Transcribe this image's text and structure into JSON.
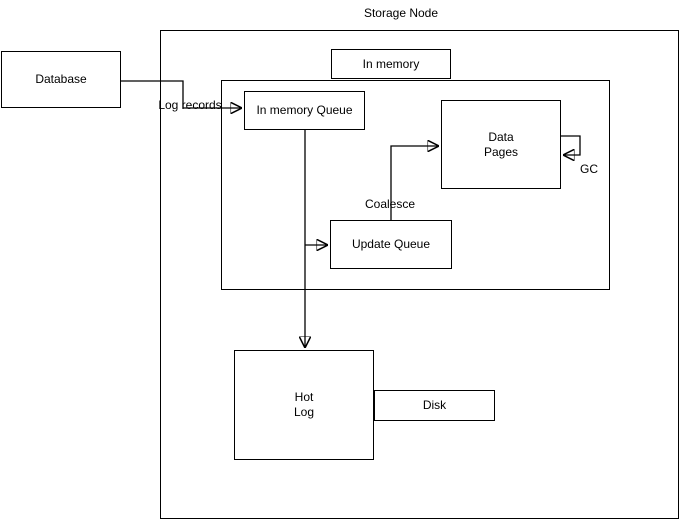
{
  "diagram": {
    "title": "Storage Node",
    "nodes": {
      "database": {
        "label": "Database"
      },
      "in_memory": {
        "label": "In memory"
      },
      "in_memory_queue": {
        "label": "In memory Queue"
      },
      "data_pages": {
        "line1": "Data",
        "line2": "Pages"
      },
      "update_queue": {
        "label": "Update Queue"
      },
      "hot_log": {
        "line1": "Hot",
        "line2": "Log"
      },
      "disk": {
        "label": "Disk"
      }
    },
    "edge_labels": {
      "log_records": "Log records",
      "coalesce": "Coalesce",
      "gc": "GC"
    },
    "colors": {
      "stroke": "#000000",
      "background": "#ffffff",
      "text": "#000000"
    }
  }
}
